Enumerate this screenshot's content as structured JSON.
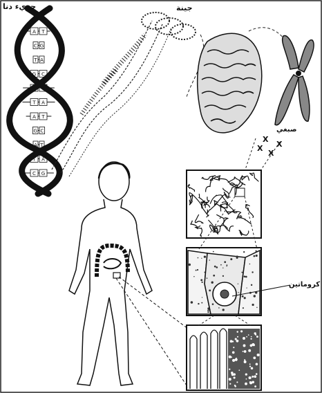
{
  "labels": {
    "dna_molecule": "جزيء دنا",
    "gene": "جينة",
    "chromosome": "صبغي",
    "chromatin": "كروماتين"
  },
  "base_pairs": [
    [
      "A",
      "T"
    ],
    [
      "C",
      "G"
    ],
    [
      "T",
      "A"
    ],
    [
      "G",
      "C"
    ],
    [
      "G",
      "C"
    ],
    [
      "T",
      "A"
    ],
    [
      "A",
      "T"
    ],
    [
      "G",
      "C"
    ],
    [
      "A",
      "T"
    ],
    [
      "T",
      "A"
    ],
    [
      "C",
      "G"
    ]
  ],
  "colors": {
    "ink": "#111111",
    "paper": "#ffffff"
  }
}
